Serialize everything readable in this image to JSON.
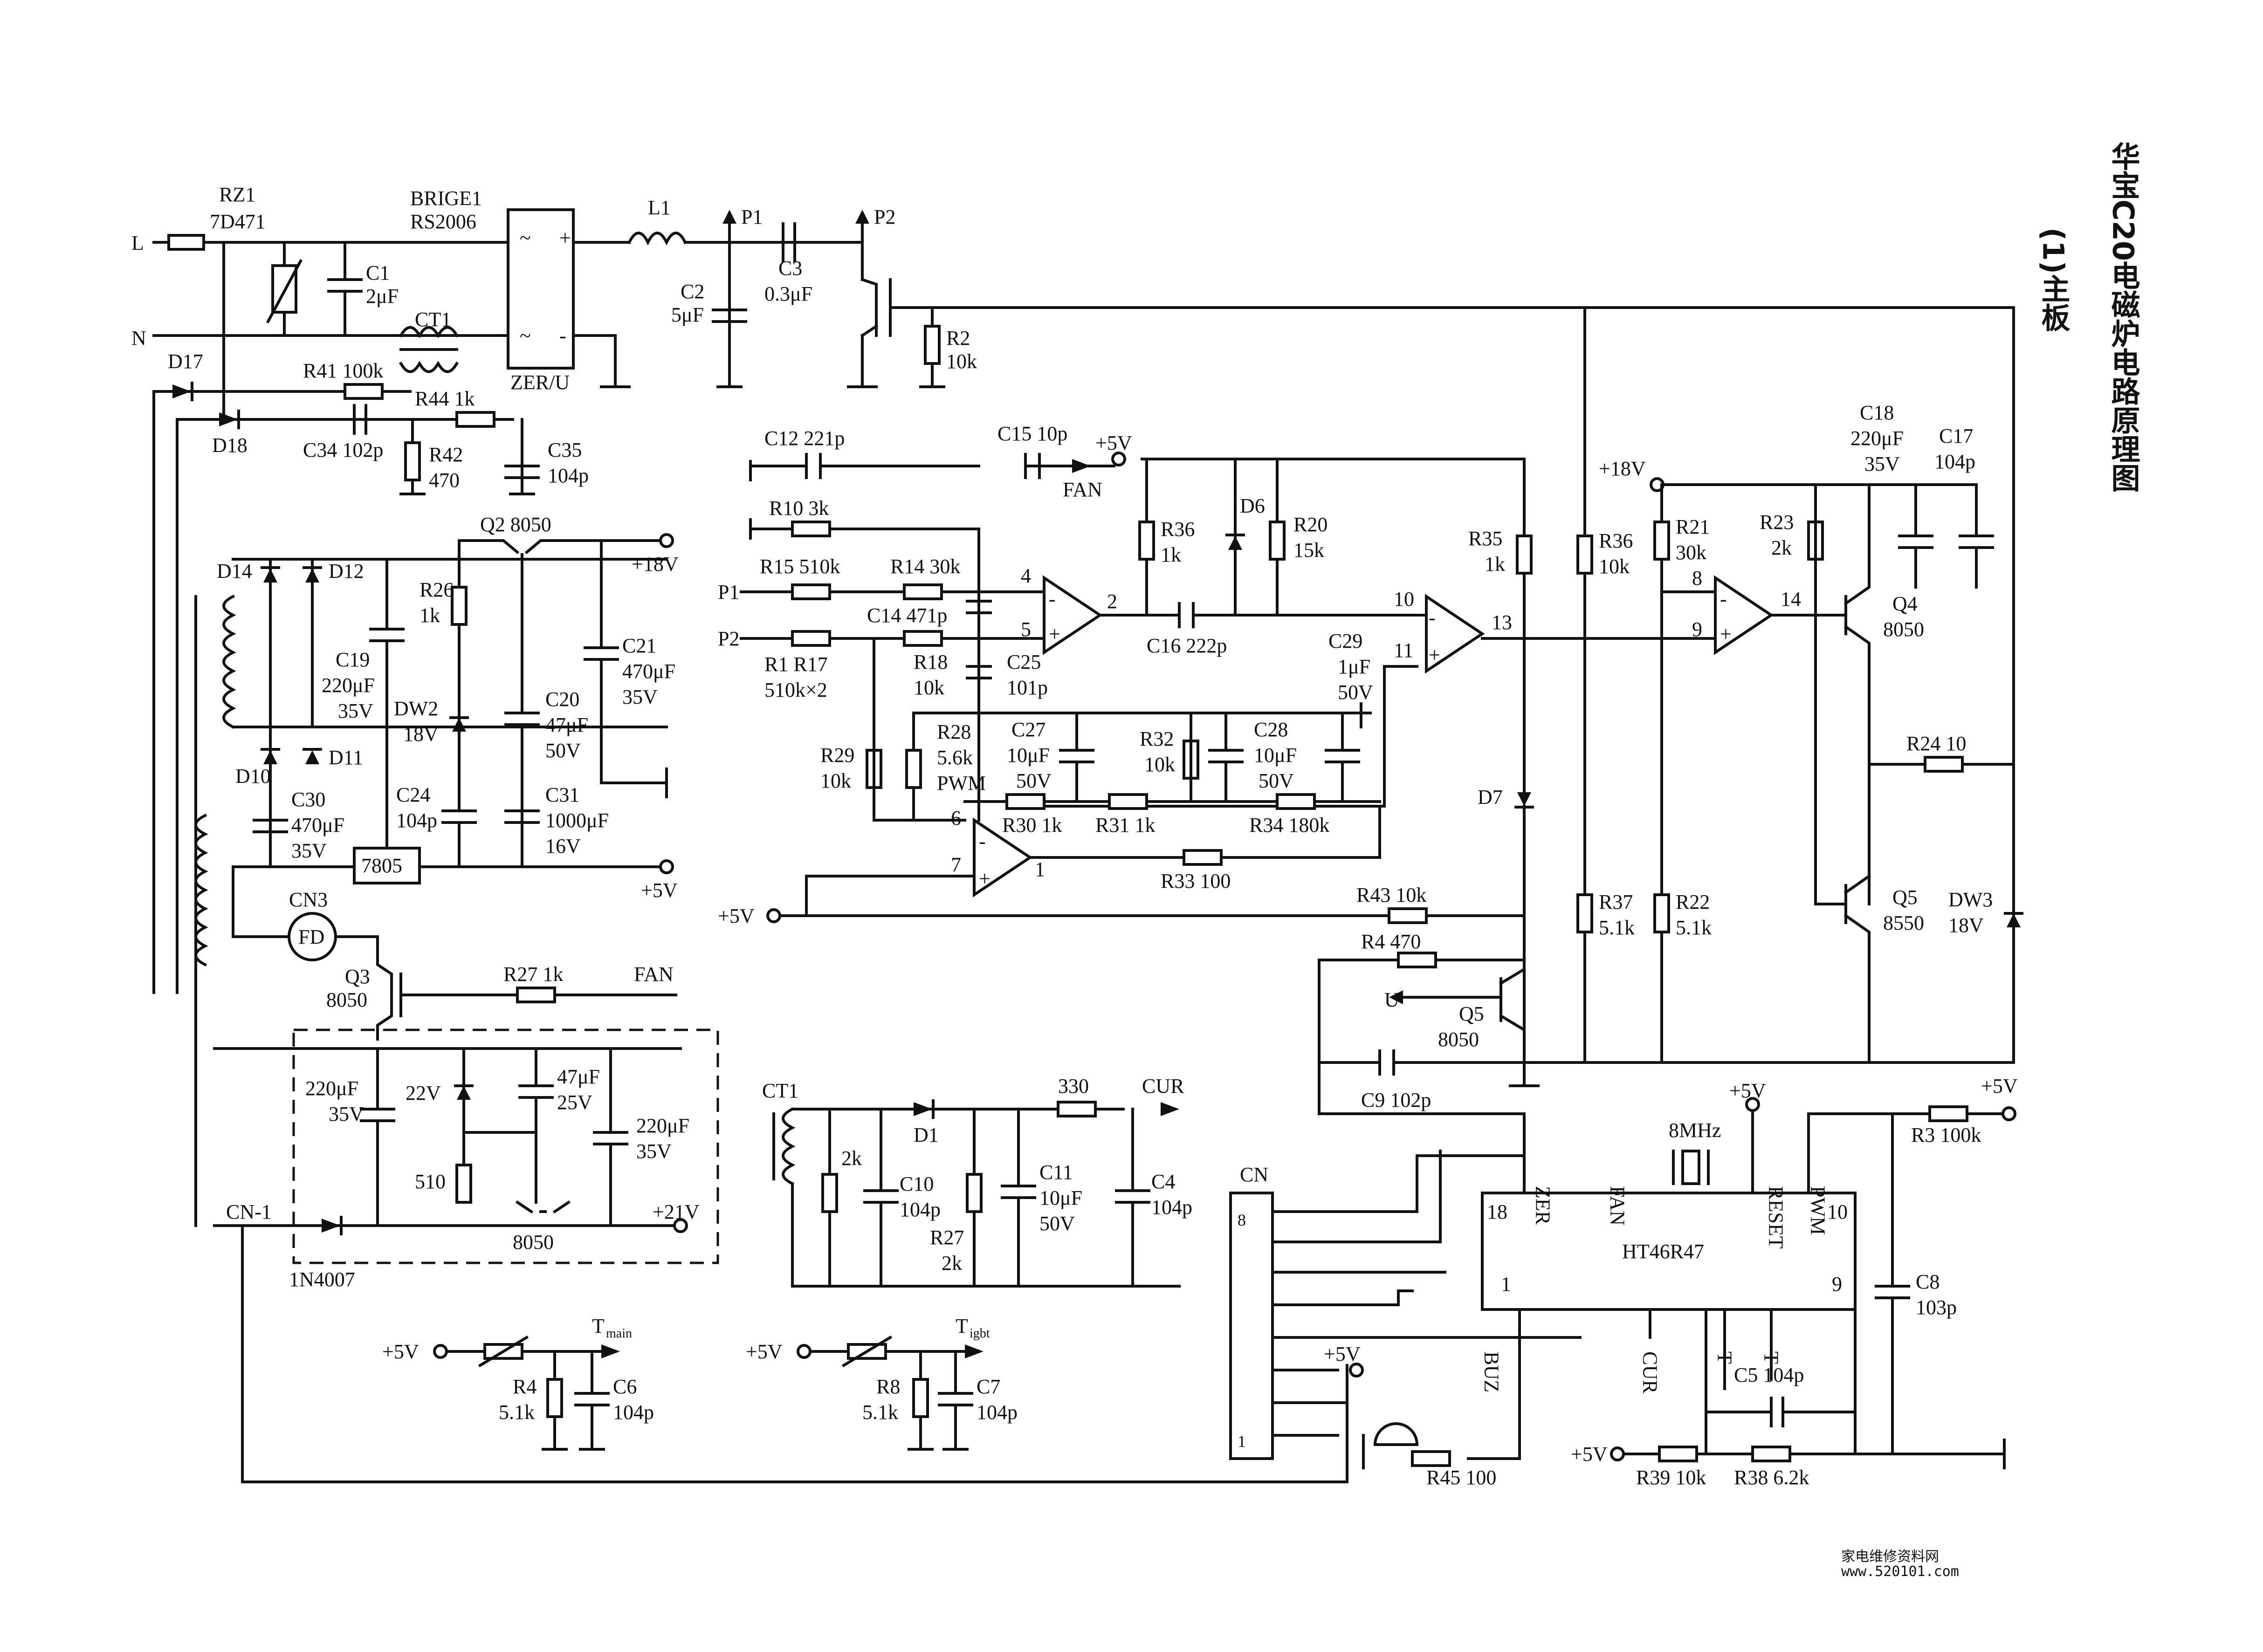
{
  "title": "华宝C20电磁炉电路原理图",
  "subtitle": "(1)主板",
  "watermark": {
    "cn": "家电维修资料网",
    "url": "www.520101.com"
  },
  "nets": {
    "L": "L",
    "N": "N",
    "p1": "P1",
    "p2": "P2",
    "v18": "+18V",
    "v5": "+5V",
    "v21": "+21V",
    "fan": "FAN",
    "cur": "CUR",
    "u": "U",
    "pwm": "PWM",
    "tmain": "T",
    "tmain_sub": "main",
    "tigbt": "T",
    "tigbt_sub": "igbt",
    "cn1": "CN-1",
    "cn3": "CN3",
    "fd": "FD",
    "cn": "CN"
  },
  "parts": {
    "RZ1": "RZ1",
    "RZ1v": "7D471",
    "BR": "BRIGE1",
    "BRv": "RS2006",
    "ZER": "ZER/U",
    "L1": "L1",
    "C1": "C1",
    "C1v": "2μF",
    "CT1": "CT1",
    "C2": "C2",
    "C2v": "5μF",
    "C3": "C3",
    "C3v": "0.3μF",
    "R2": "R2",
    "R2v": "10k",
    "D17": "D17",
    "D18": "D18",
    "R41": "R41 100k",
    "R44": "R44 1k",
    "C34": "C34 102p",
    "R42": "R42",
    "R42v": "470",
    "C35": "C35",
    "C35v": "104p",
    "Q2": "Q2 8050",
    "D14": "D14",
    "D12": "D12",
    "D10": "D10",
    "D11": "D11",
    "R26": "R26",
    "R26v": "1k",
    "C19": "C19",
    "C19v1": "220μF",
    "C19v2": "35V",
    "DW2": "DW2",
    "DW2v": "18V",
    "C20": "C20",
    "C20v1": "47μF",
    "C20v2": "50V",
    "C21": "C21",
    "C21v1": "470μF",
    "C21v2": "35V",
    "C30": "C30",
    "C30v1": "470μF",
    "C30v2": "35V",
    "C24": "C24",
    "C24v": "104p",
    "C31": "C31",
    "C31v1": "1000μF",
    "C31v2": "16V",
    "U7805": "7805",
    "Q3": "Q3",
    "Q3v": "8050",
    "R27a": "R27 1k",
    "d220a": "220μF",
    "d35a": "35V",
    "d22v": "22V",
    "d47": "47μF",
    "d25": "25V",
    "d220b": "220μF",
    "d35b": "35V",
    "d510": "510",
    "d8050": "8050",
    "d1n4007": "1N4007",
    "C12": "C12 221p",
    "C15": "C15 10p",
    "R10": "R10 3k",
    "R15": "R15 510k",
    "R14": "R14 30k",
    "R1R17": "R1  R17",
    "R1v": "510k×2",
    "C14": "C14 471p",
    "R18": "R18",
    "R18v": "10k",
    "C25": "C25",
    "C25v": "101p",
    "C16": "C16 222p",
    "R36a": "R36",
    "R36av": "1k",
    "D6": "D6",
    "R20": "R20",
    "R20v": "15k",
    "R35": "R35",
    "R35v": "1k",
    "R36b": "R36",
    "R36bv": "10k",
    "R21": "R21",
    "R21v": "30k",
    "R23": "R23",
    "R23v": "2k",
    "C18": "C18",
    "C18v1": "220μF",
    "C18v2": "35V",
    "C17": "C17",
    "C17v": "104p",
    "Q4": "Q4",
    "Q4v": "8050",
    "R24": "R24 10",
    "Q5b": "Q5",
    "Q5bv": "8550",
    "DW3": "DW3",
    "DW3v": "18V",
    "R37": "R37",
    "R37v": "5.1k",
    "R22": "R22",
    "R22v": "5.1k",
    "D7": "D7",
    "C29": "C29",
    "C29v1": "1μF",
    "C29v2": "50V",
    "R29": "R29",
    "R29v": "10k",
    "R28": "R28",
    "R28v": "5.6k",
    "C27": "C27",
    "C27v1": "10μF",
    "C27v2": "50V",
    "R32": "R32",
    "R32v": "10k",
    "C28": "C28",
    "C28v1": "10μF",
    "C28v2": "50V",
    "R30": "R30 1k",
    "R31": "R31 1k",
    "R34": "R34 180k",
    "R33": "R33 100",
    "R43": "R43 10k",
    "R4b": "R4 470",
    "Q5": "Q5",
    "Q5v": "8050",
    "C9": "C9 102p",
    "CT1b": "CT1",
    "D1": "D1",
    "R2k": "2k",
    "C10": "C10",
    "C10v": "104p",
    "C11": "C11",
    "C11v1": "10μF",
    "C11v2": "50V",
    "R27b": "R27",
    "R27bv": "2k",
    "R330": "330",
    "C4": "C4",
    "C4v": "104p",
    "R4": "R4",
    "R4v": "5.1k",
    "C6": "C6",
    "C6v": "104p",
    "R8": "R8",
    "R8v": "5.1k",
    "C7": "C7",
    "C7v": "104p",
    "IC": "HT46R47",
    "xtal": "8MHz",
    "ZERp": "ZER",
    "FANp": "FAN",
    "RESET": "RESET",
    "PWMp": "PWM",
    "BUZ": "BUZ",
    "CURp": "CUR",
    "Tm": "T",
    "Tm_s": "main",
    "Ti": "T",
    "Ti_s": "igbt",
    "R3": "R3 100k",
    "C8": "C8",
    "C8v": "103p",
    "C5": "C5 104p",
    "R39": "R39 10k",
    "R38": "R38 6.2k",
    "R45": "R45 100"
  },
  "pins": {
    "p1": "1",
    "p2": "2",
    "p4": "4",
    "p5": "5",
    "p6": "6",
    "p7": "7",
    "p8": "8",
    "p9": "9",
    "p10": "10",
    "p11": "11",
    "p13": "13",
    "p14": "14",
    "p18": "18",
    "icp1": "1",
    "icp9": "9",
    "icp10": "10",
    "cn8": "8",
    "cn1": "1"
  }
}
